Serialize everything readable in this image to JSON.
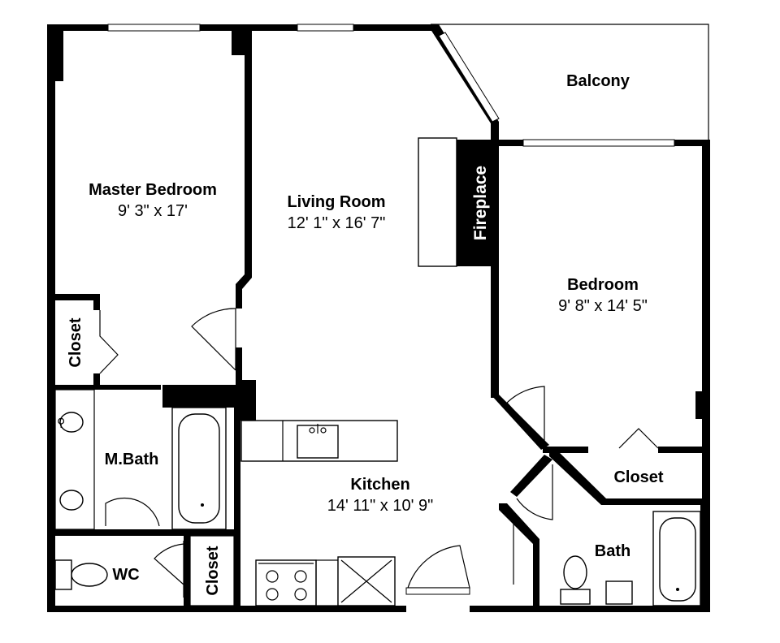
{
  "rooms": {
    "balcony": {
      "name": "Balcony"
    },
    "master_bedroom": {
      "name": "Master Bedroom",
      "dims": "9' 3\" x 17'"
    },
    "living_room": {
      "name": "Living Room",
      "dims": "12' 1\" x 16' 7\""
    },
    "fireplace": {
      "name": "Fireplace"
    },
    "bedroom": {
      "name": "Bedroom",
      "dims": "9' 8\" x 14' 5\""
    },
    "master_closet": {
      "name": "Closet"
    },
    "master_bath": {
      "name": "M.Bath"
    },
    "kitchen": {
      "name": "Kitchen",
      "dims": "14' 11\" x 10' 9\""
    },
    "bedroom_closet": {
      "name": "Closet"
    },
    "bath": {
      "name": "Bath"
    },
    "wc": {
      "name": "WC"
    },
    "wc_closet": {
      "name": "Closet"
    }
  }
}
